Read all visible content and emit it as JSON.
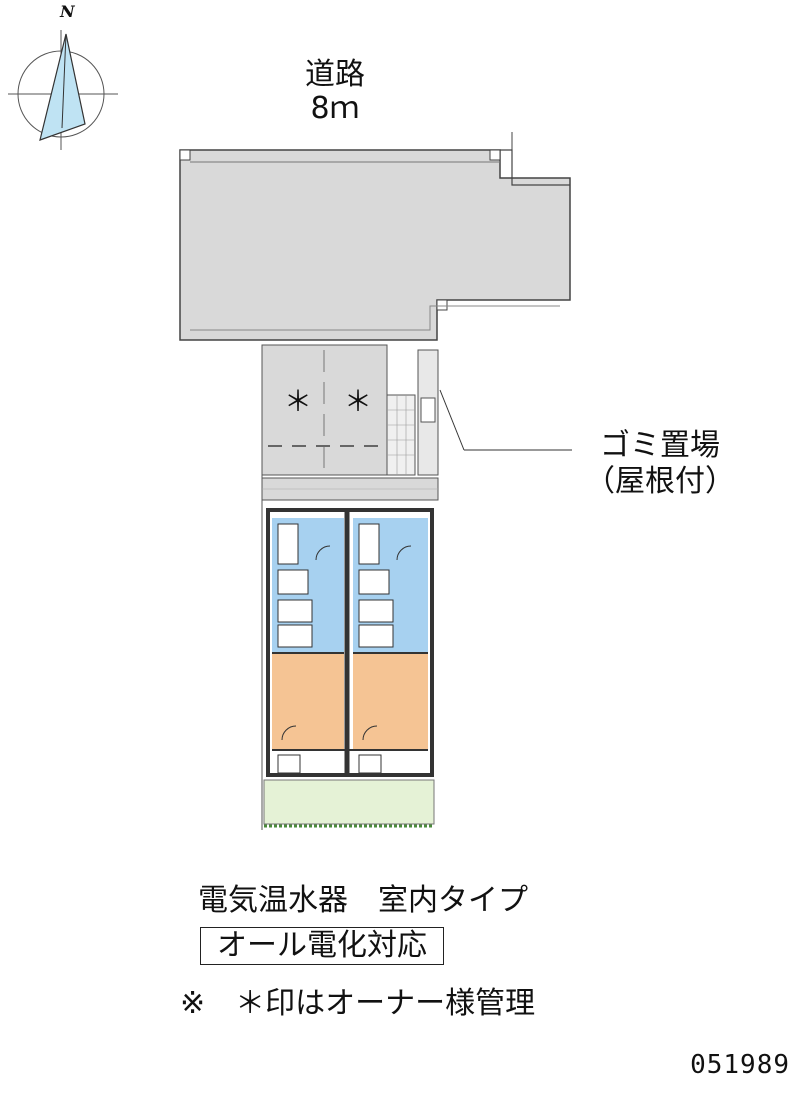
{
  "compass": {
    "north_label": "N",
    "icon": "north-arrow-icon"
  },
  "road": {
    "label": "道路",
    "width": "8ｍ"
  },
  "parking": {
    "spot_marks": [
      "＊",
      "＊"
    ]
  },
  "garbage": {
    "label": "ゴミ置場",
    "sub": "（屋根付）"
  },
  "notes": {
    "line1": "電気温水器　室内タイプ",
    "line2": "オール電化対応",
    "line3": "※　＊印はオーナー様管理"
  },
  "code": "051989",
  "colors": {
    "road": "#d9d9d9",
    "wet_area": "#a7d1f0",
    "room": "#f5c494",
    "garden": "#e5f2d6",
    "wall": "#333333"
  }
}
